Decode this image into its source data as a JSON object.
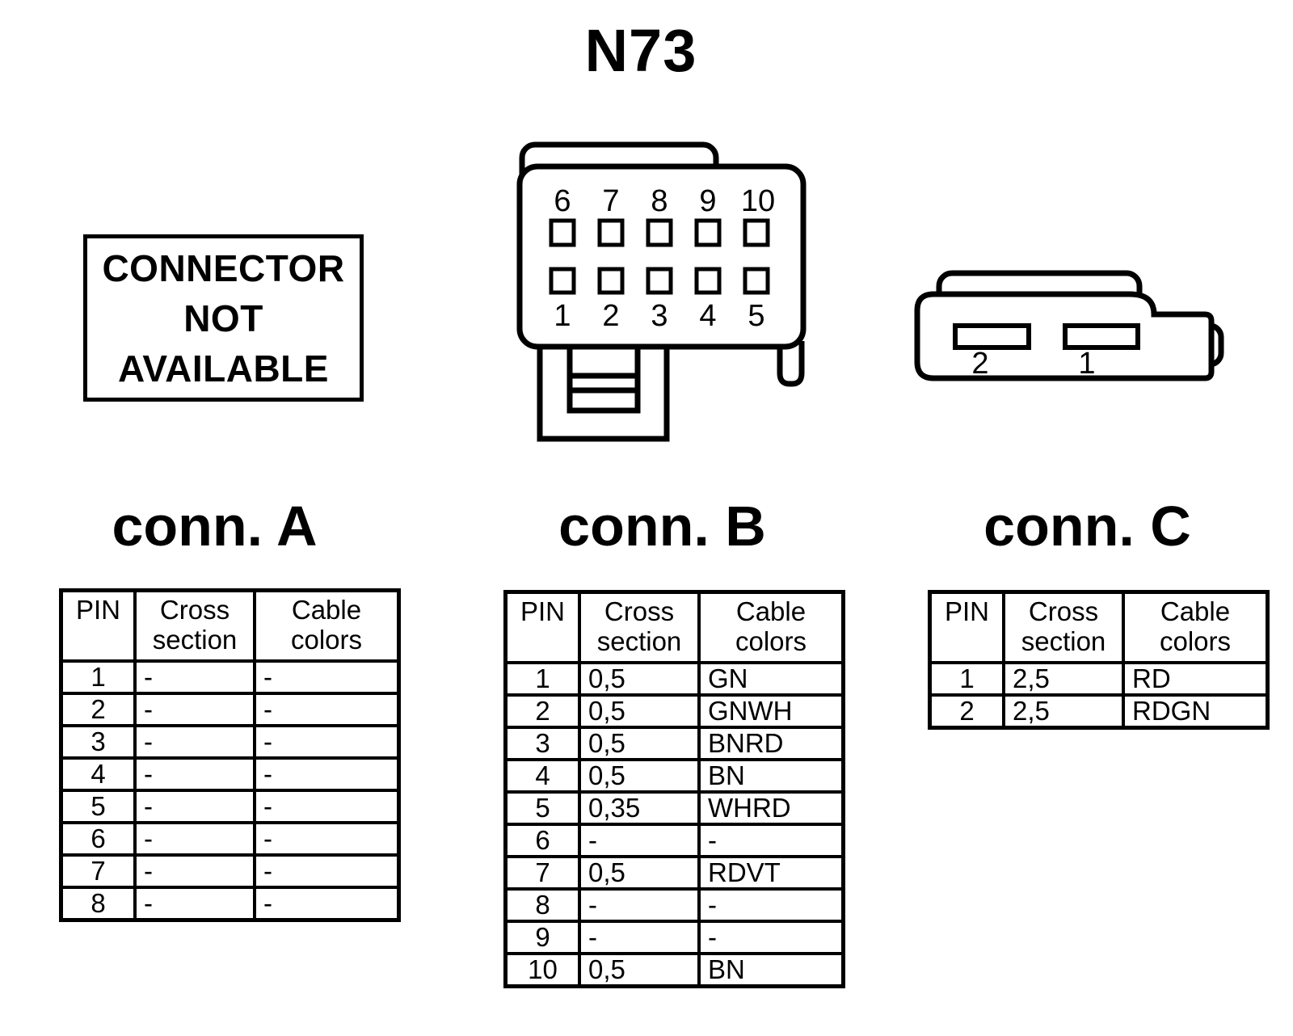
{
  "page": {
    "title": "N73"
  },
  "colors": {
    "ink": "#000000",
    "paper": "#ffffff"
  },
  "not_available_box": {
    "line1": "CONNECTOR",
    "line2": "NOT",
    "line3": "AVAILABLE"
  },
  "connector_b_drawing": {
    "top_pins": [
      "6",
      "7",
      "8",
      "9",
      "10"
    ],
    "bottom_pins": [
      "1",
      "2",
      "3",
      "4",
      "5"
    ]
  },
  "connector_c_drawing": {
    "left_slot_label": "2",
    "right_slot_label": "1"
  },
  "tables": {
    "conn_a": {
      "title": "conn. A",
      "columns": [
        [
          "PIN"
        ],
        [
          "Cross",
          "section"
        ],
        [
          "Cable",
          "colors"
        ]
      ],
      "rows": [
        [
          "1",
          "-",
          "-"
        ],
        [
          "2",
          "-",
          "-"
        ],
        [
          "3",
          "-",
          "-"
        ],
        [
          "4",
          "-",
          "-"
        ],
        [
          "5",
          "-",
          "-"
        ],
        [
          "6",
          "-",
          "-"
        ],
        [
          "7",
          "-",
          "-"
        ],
        [
          "8",
          "-",
          "-"
        ]
      ]
    },
    "conn_b": {
      "title": "conn. B",
      "columns": [
        [
          "PIN"
        ],
        [
          "Cross",
          "section"
        ],
        [
          "Cable",
          "colors"
        ]
      ],
      "rows": [
        [
          "1",
          "0,5",
          "GN"
        ],
        [
          "2",
          "0,5",
          "GNWH"
        ],
        [
          "3",
          "0,5",
          "BNRD"
        ],
        [
          "4",
          "0,5",
          "BN"
        ],
        [
          "5",
          "0,35",
          "WHRD"
        ],
        [
          "6",
          "-",
          "-"
        ],
        [
          "7",
          "0,5",
          "RDVT"
        ],
        [
          "8",
          "-",
          "-"
        ],
        [
          "9",
          "-",
          "-"
        ],
        [
          "10",
          "0,5",
          "BN"
        ]
      ]
    },
    "conn_c": {
      "title": "conn. C",
      "columns": [
        [
          "PIN"
        ],
        [
          "Cross",
          "section"
        ],
        [
          "Cable",
          "colors"
        ]
      ],
      "rows": [
        [
          "1",
          "2,5",
          "RD"
        ],
        [
          "2",
          "2,5",
          "RDGN"
        ]
      ]
    }
  }
}
